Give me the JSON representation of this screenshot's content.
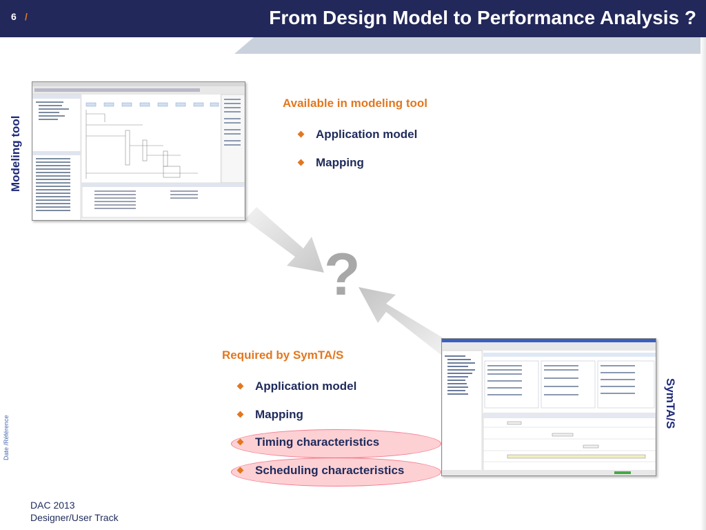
{
  "header": {
    "page_number": "6",
    "page_separator": "/",
    "title": "From Design Model to Performance Analysis ?"
  },
  "side_labels": {
    "left": "Modeling tool",
    "right": "SymTA/S",
    "date_reference": "Date /Référence"
  },
  "sections": {
    "available": {
      "heading": "Available in modeling tool",
      "items": [
        "Application model",
        "Mapping"
      ]
    },
    "required": {
      "heading": "Required by SymTA/S",
      "items": [
        "Application model",
        "Mapping",
        "Timing characteristics",
        "Scheduling characteristics"
      ]
    }
  },
  "center_mark": "?",
  "footer": {
    "line1": "DAC 2013",
    "line2": "Designer/User Track"
  },
  "colors": {
    "header_bg": "#23285a",
    "accent_orange": "#e2771f",
    "text_navy": "#1e2a5a",
    "highlight_pink": "#f596a0"
  }
}
